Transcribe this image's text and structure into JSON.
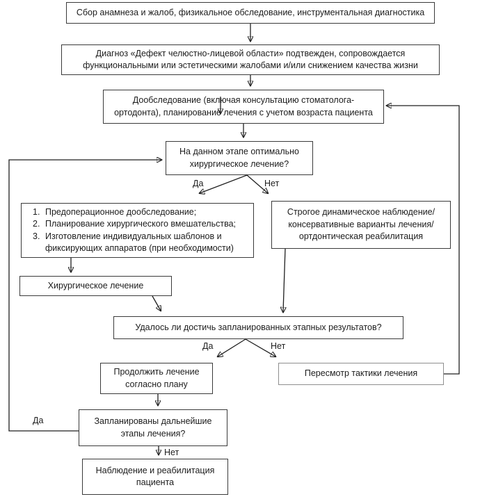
{
  "diagram": {
    "nodes": {
      "anamnesis": {
        "text": "Сбор анамнеза и жалоб, физикальное обследование, инструментальная диагностика"
      },
      "diagnosis": {
        "text": "Диагноз «Дефект челюстно-лицевой области» подтвежден, сопровождается\nфункциональными или эстетическими жалобами и/или снижением качества жизни"
      },
      "followup_planning": {
        "text": "Дообследование (включая консультацию стоматолога-\nортодонта), планирование лечения с учетом возраста пациента"
      },
      "surgery_optimal": {
        "text": "На данном этапе оптимально\nхирургическое лечение?"
      },
      "preop_list": {
        "items": [
          {
            "num": "1.",
            "text": "Предоперационное дообследование;"
          },
          {
            "num": "2.",
            "text": "Планирование хирургического вмешательства;"
          },
          {
            "num": "3.",
            "text": "Изготовление индивидуальных шаблонов и\nфиксирующих аппаратов (при необходимости)"
          }
        ]
      },
      "observation_conservative": {
        "text": "Строгое динамическое наблюдение/\nконсервативные варианты лечения/\nортдонтическая реабилитация"
      },
      "surgical_treatment": {
        "text": "Хирургическое лечение"
      },
      "results_achieved": {
        "text": "Удалось ли достичь запланированных этапных результатов?"
      },
      "continue_plan": {
        "text": "Продолжить лечение\nсогласно плану"
      },
      "revise_tactics": {
        "text": "Пересмотр тактики лечения"
      },
      "further_stages": {
        "text": "Запланированы дальнейшие\nэтапы лечения?"
      },
      "patient_rehabilitation": {
        "text": "Наблюдение и реабилитация\nпациента"
      }
    },
    "labels": {
      "yes_surgery": "Да",
      "no_surgery": "Нет",
      "yes_results": "Да",
      "no_results": "Нет",
      "no_further": "Нет",
      "yes_further": "Да"
    },
    "colors": {
      "background": "#ffffff",
      "border": "#3a3a3a",
      "line": "#1f1f1f",
      "text": "#1c1c1c"
    }
  }
}
